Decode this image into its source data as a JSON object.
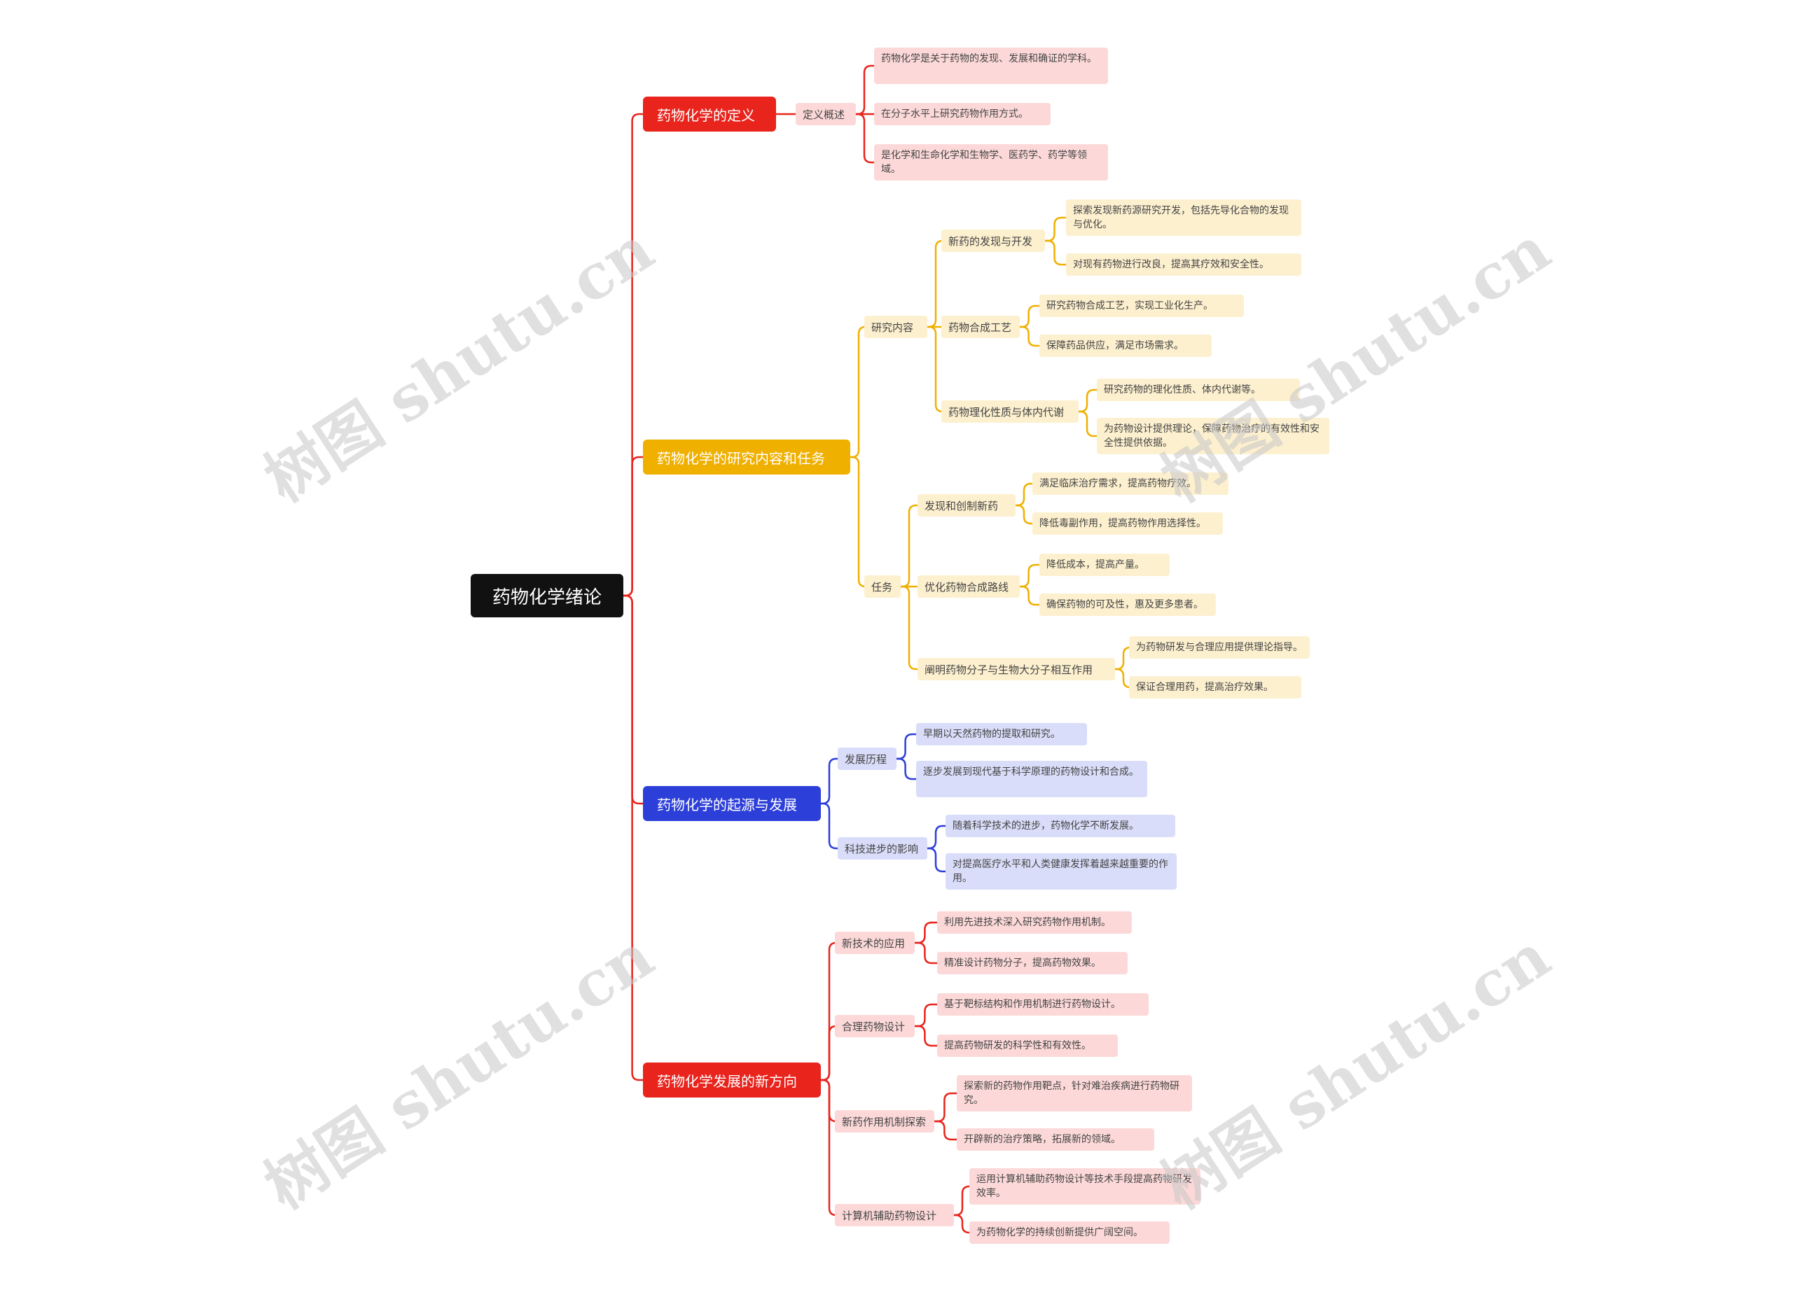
{
  "watermark": "树图 shutu.cn",
  "colors": {
    "red": "#e8241d",
    "red_light": "#fcd9d8",
    "yellow": "#f0b000",
    "yellow_light": "#fdf0cf",
    "blue": "#2d3fd9",
    "blue_light": "#d9ddf9",
    "root_bg": "#111111",
    "connector_red": "#e8241d"
  },
  "root": {
    "label": "药物化学绪论"
  },
  "branches": [
    {
      "label": "药物化学的定义",
      "color": "red",
      "children": [
        {
          "label": "定义概述",
          "children": [
            "药物化学是关于药物的发现、发展和确证的学科。",
            "在分子水平上研究药物作用方式。",
            "是化学和生命化学和生物学、医药学、药学等领域。"
          ]
        }
      ]
    },
    {
      "label": "药物化学的研究内容和任务",
      "color": "yellow",
      "children": [
        {
          "label": "研究内容",
          "children": [
            {
              "label": "新药的发现与开发",
              "children": [
                "探索发现新药源研究开发，包括先导化合物的发现与优化。",
                "对现有药物进行改良，提高其疗效和安全性。"
              ]
            },
            {
              "label": "药物合成工艺",
              "children": [
                "研究药物合成工艺，实现工业化生产。",
                "保障药品供应，满足市场需求。"
              ]
            },
            {
              "label": "药物理化性质与体内代谢",
              "children": [
                "研究药物的理化性质、体内代谢等。",
                "为药物设计提供理论，保障药物治疗的有效性和安全性提供依据。"
              ]
            }
          ]
        },
        {
          "label": "任务",
          "children": [
            {
              "label": "发现和创制新药",
              "children": [
                "满足临床治疗需求，提高药物疗效。",
                "降低毒副作用，提高药物作用选择性。"
              ]
            },
            {
              "label": "优化药物合成路线",
              "children": [
                "降低成本，提高产量。",
                "确保药物的可及性，惠及更多患者。"
              ]
            },
            {
              "label": "阐明药物分子与生物大分子相互作用",
              "children": [
                "为药物研发与合理应用提供理论指导。",
                "保证合理用药，提高治疗效果。"
              ]
            }
          ]
        }
      ]
    },
    {
      "label": "药物化学的起源与发展",
      "color": "blue",
      "children": [
        {
          "label": "发展历程",
          "children": [
            "早期以天然药物的提取和研究。",
            "逐步发展到现代基于科学原理的药物设计和合成。"
          ]
        },
        {
          "label": "科技进步的影响",
          "children": [
            "随着科学技术的进步，药物化学不断发展。",
            "对提高医疗水平和人类健康发挥着越来越重要的作用。"
          ]
        }
      ]
    },
    {
      "label": "药物化学发展的新方向",
      "color": "red",
      "children": [
        {
          "label": "新技术的应用",
          "children": [
            "利用先进技术深入研究药物作用机制。",
            "精准设计药物分子，提高药物效果。"
          ]
        },
        {
          "label": "合理药物设计",
          "children": [
            "基于靶标结构和作用机制进行药物设计。",
            "提高药物研发的科学性和有效性。"
          ]
        },
        {
          "label": "新药作用机制探索",
          "children": [
            "探索新的药物作用靶点，针对难治疾病进行药物研究。",
            "开辟新的治疗策略，拓展新的领域。"
          ]
        },
        {
          "label": "计算机辅助药物设计",
          "children": [
            "运用计算机辅助药物设计等技术手段提高药物研发效率。",
            "为药物化学的持续创新提供广阔空间。"
          ]
        }
      ]
    }
  ]
}
